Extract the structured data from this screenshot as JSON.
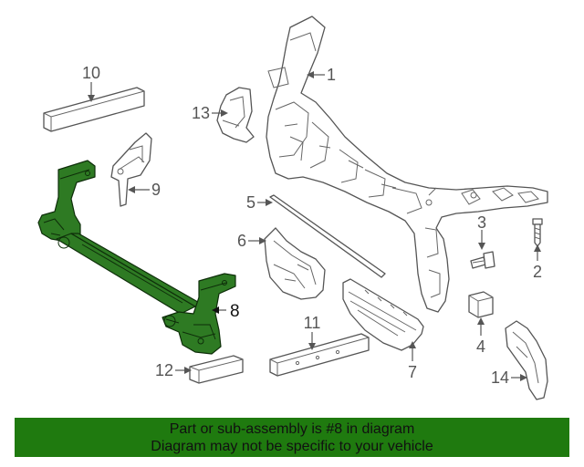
{
  "diagram": {
    "highlight_color": "#2e7a23",
    "callouts": [
      {
        "id": "1",
        "label": "1"
      },
      {
        "id": "2",
        "label": "2"
      },
      {
        "id": "3",
        "label": "3"
      },
      {
        "id": "4",
        "label": "4"
      },
      {
        "id": "5",
        "label": "5"
      },
      {
        "id": "6",
        "label": "6"
      },
      {
        "id": "7",
        "label": "7"
      },
      {
        "id": "8",
        "label": "8"
      },
      {
        "id": "9",
        "label": "9"
      },
      {
        "id": "10",
        "label": "10"
      },
      {
        "id": "11",
        "label": "11"
      },
      {
        "id": "12",
        "label": "12"
      },
      {
        "id": "13",
        "label": "13"
      },
      {
        "id": "14",
        "label": "14"
      }
    ],
    "highlighted_part": "8"
  },
  "banner": {
    "background": "#1f7a0f",
    "line1": "Part or sub-assembly is #8 in diagram",
    "line2": "Diagram may not be specific to your vehicle"
  }
}
